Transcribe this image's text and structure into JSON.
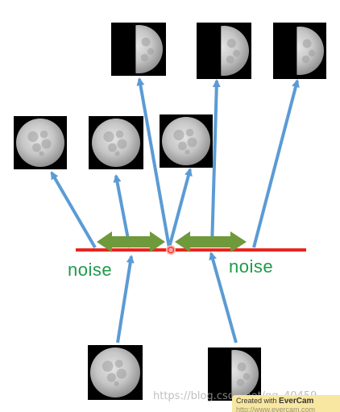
{
  "labels": {
    "noise_left": "noise",
    "noise_right": "noise"
  },
  "watermark": {
    "blog": "https://blog.csdn.net/qq_40459...",
    "evercam_prefix": "Created with",
    "evercam_brand": "EverCam",
    "evercam_url": "http://www.evercam.com"
  },
  "colors": {
    "arrow": "#5b9bd5",
    "baseline": "#e8251f",
    "noise_arrow": "#6e9a3c",
    "noise_text": "#1e9a4a",
    "center_point": "#ff3b30",
    "moon_background": "#000000"
  },
  "moons": [
    {
      "id": "moon-top-1",
      "phase": "half"
    },
    {
      "id": "moon-top-2",
      "phase": "half"
    },
    {
      "id": "moon-top-3",
      "phase": "half"
    },
    {
      "id": "moon-mid-1",
      "phase": "full"
    },
    {
      "id": "moon-mid-2",
      "phase": "full"
    },
    {
      "id": "moon-mid-3",
      "phase": "full"
    },
    {
      "id": "moon-bottom-left",
      "phase": "full"
    },
    {
      "id": "moon-bottom-right",
      "phase": "half"
    }
  ]
}
